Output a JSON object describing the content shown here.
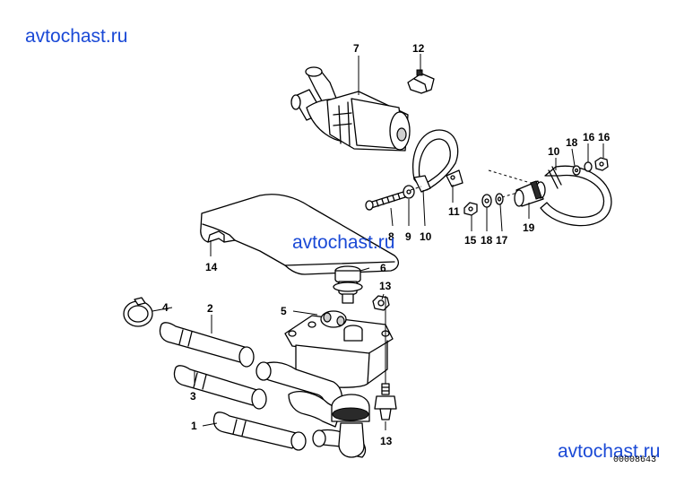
{
  "watermark": "avtochast.ru",
  "drawing_number": "00008643",
  "colors": {
    "watermark": "#1a49d6",
    "line": "#000000",
    "background": "#ffffff"
  },
  "callouts": [
    "1",
    "2",
    "3",
    "4",
    "5",
    "6",
    "7",
    "8",
    "9",
    "10",
    "10",
    "11",
    "12",
    "13",
    "14",
    "15",
    "16",
    "16",
    "17",
    "17",
    "18",
    "18",
    "19"
  ]
}
